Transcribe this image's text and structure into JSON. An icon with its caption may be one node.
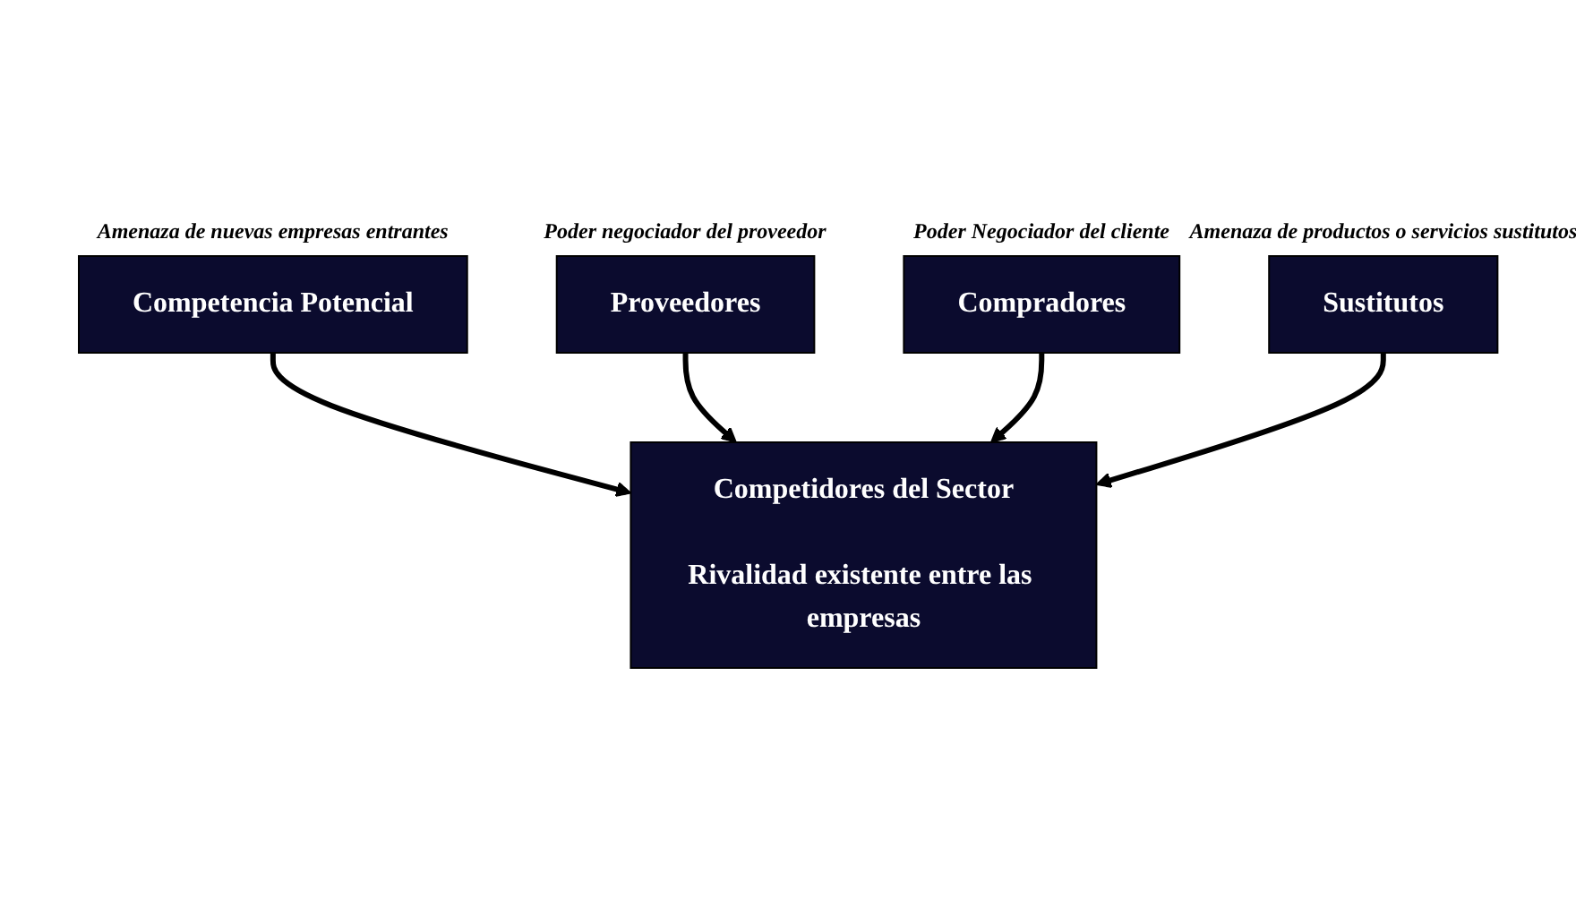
{
  "diagram": {
    "nodes": [
      {
        "text": [
          "Competencia Potencial"
        ],
        "beside": [
          "Amenaza de nuevas empresas entrantes"
        ]
      },
      {
        "text": [
          "Competidores del Sector",
          "Rivalidad existente entre las empresas"
        ]
      },
      {
        "text": [
          "Proveedores"
        ],
        "beside": [
          "Poder negociador del proveedor"
        ]
      },
      {
        "text": [
          "Compradores"
        ],
        "beside": [
          "Poder Negociador del cliente"
        ]
      },
      {
        "text": [
          "Sustitutos"
        ],
        "beside": [
          "Amenaza de productos o servicios sustitutos"
        ]
      }
    ],
    "edges": [
      {
        "from": 0,
        "to": 1,
        "arrow": "to"
      },
      {
        "from": 2,
        "to": 1,
        "arrow": "to"
      },
      {
        "from": 3,
        "to": 1,
        "arrow": "to"
      },
      {
        "from": 4,
        "to": 1,
        "arrow": "to"
      }
    ]
  }
}
